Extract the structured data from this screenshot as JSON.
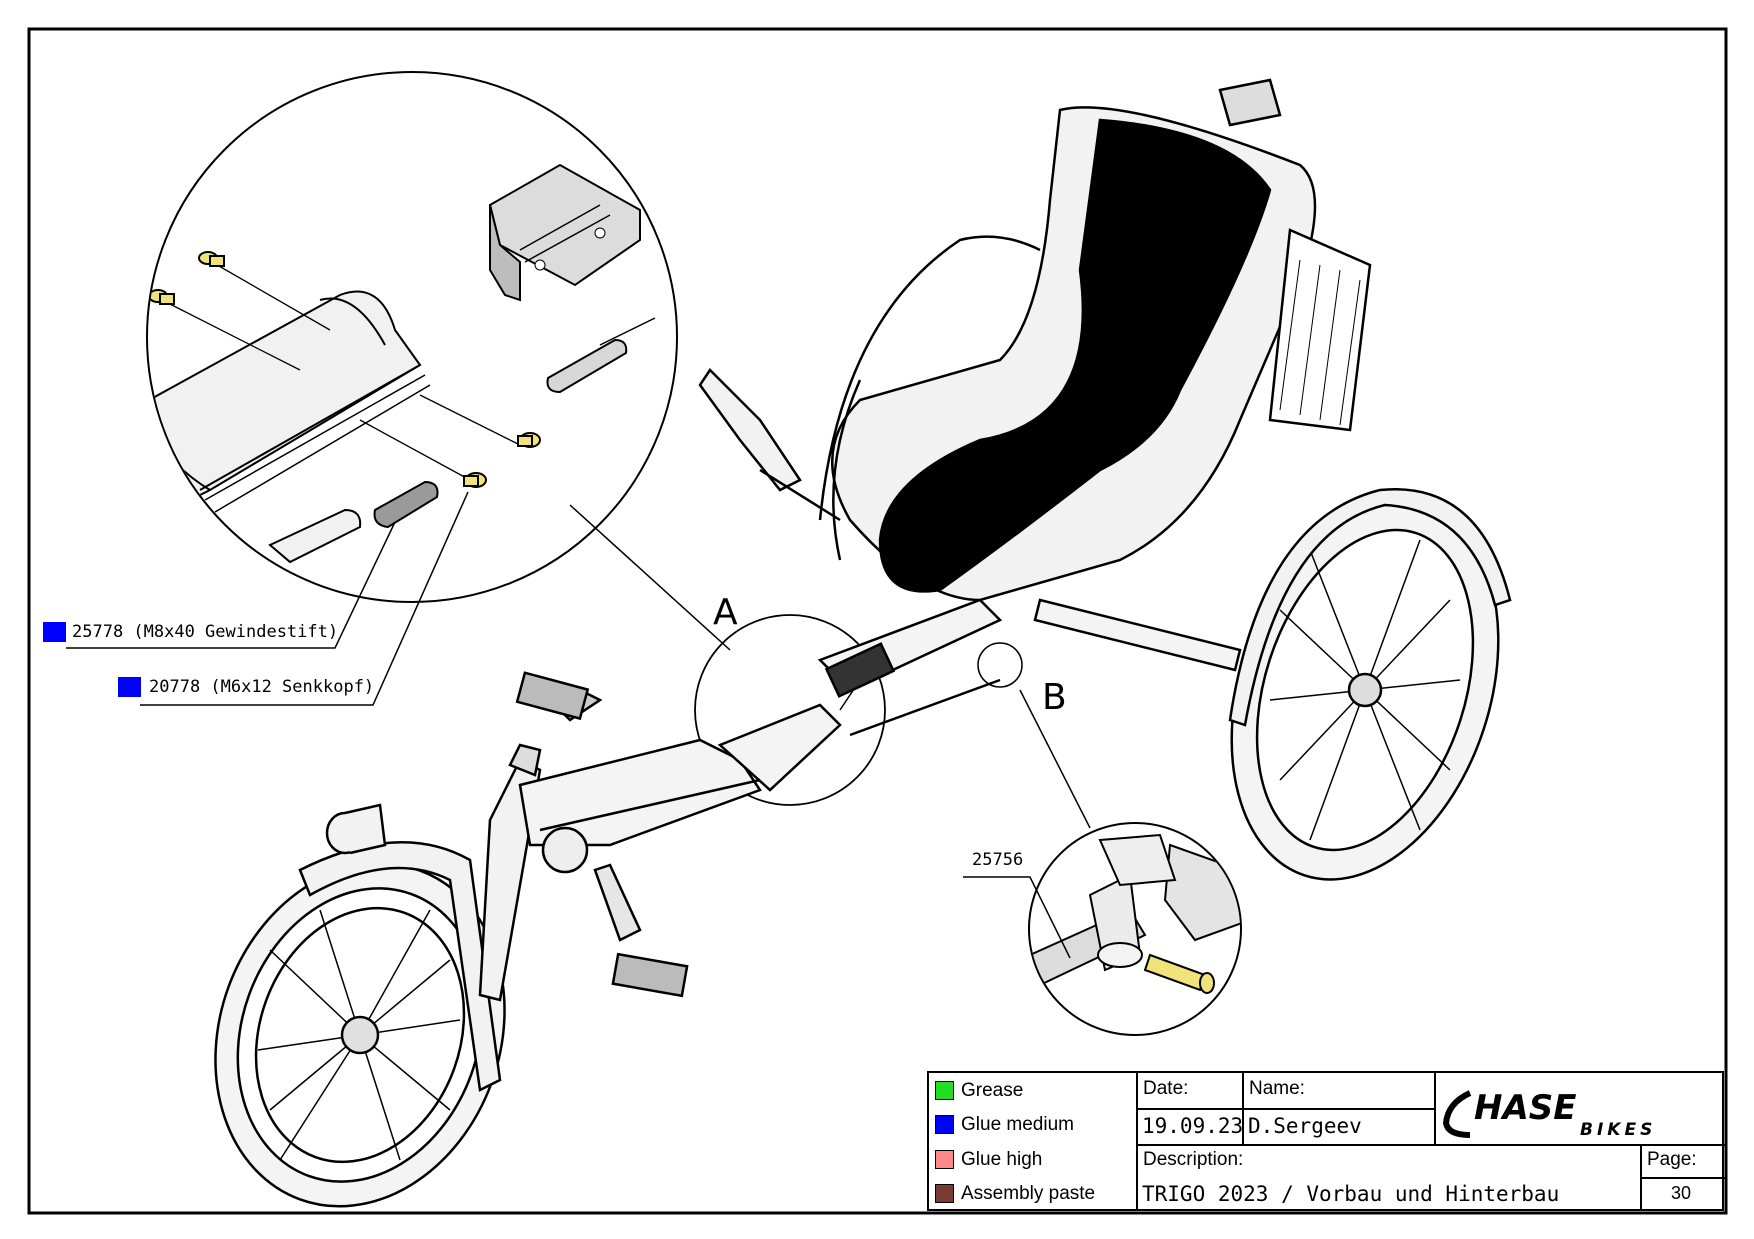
{
  "callouts": [
    {
      "id": "25778",
      "label": "25778 (M8x40 Gewindestift)",
      "color": "#0000ff"
    },
    {
      "id": "20778",
      "label": "20778 (M6x12 Senkkopf)",
      "color": "#0000ff"
    },
    {
      "id": "25756",
      "label": "25756"
    }
  ],
  "details": {
    "a": "A",
    "b": "B"
  },
  "legend": [
    {
      "label": "Grease",
      "color": "#22dd22"
    },
    {
      "label": "Glue medium",
      "color": "#0000ff"
    },
    {
      "label": "Glue high",
      "color": "#ff8888"
    },
    {
      "label": "Assembly paste",
      "color": "#7a3b32"
    }
  ],
  "title_block": {
    "date_label": "Date:",
    "date_value": "19.09.23",
    "name_label": "Name:",
    "name_value": "D.Sergeev",
    "description_label": "Description:",
    "description_value": "TRIGO 2023 / Vorbau und Hinterbau",
    "page_label": "Page:",
    "page_value": "30",
    "logo_text_main": "HASE",
    "logo_text_sub": "BIKES"
  },
  "colors": {
    "line": "#000000",
    "screw_yellow": "#f2e27a",
    "part_gray": "#ececec",
    "seat_black": "#000000"
  }
}
